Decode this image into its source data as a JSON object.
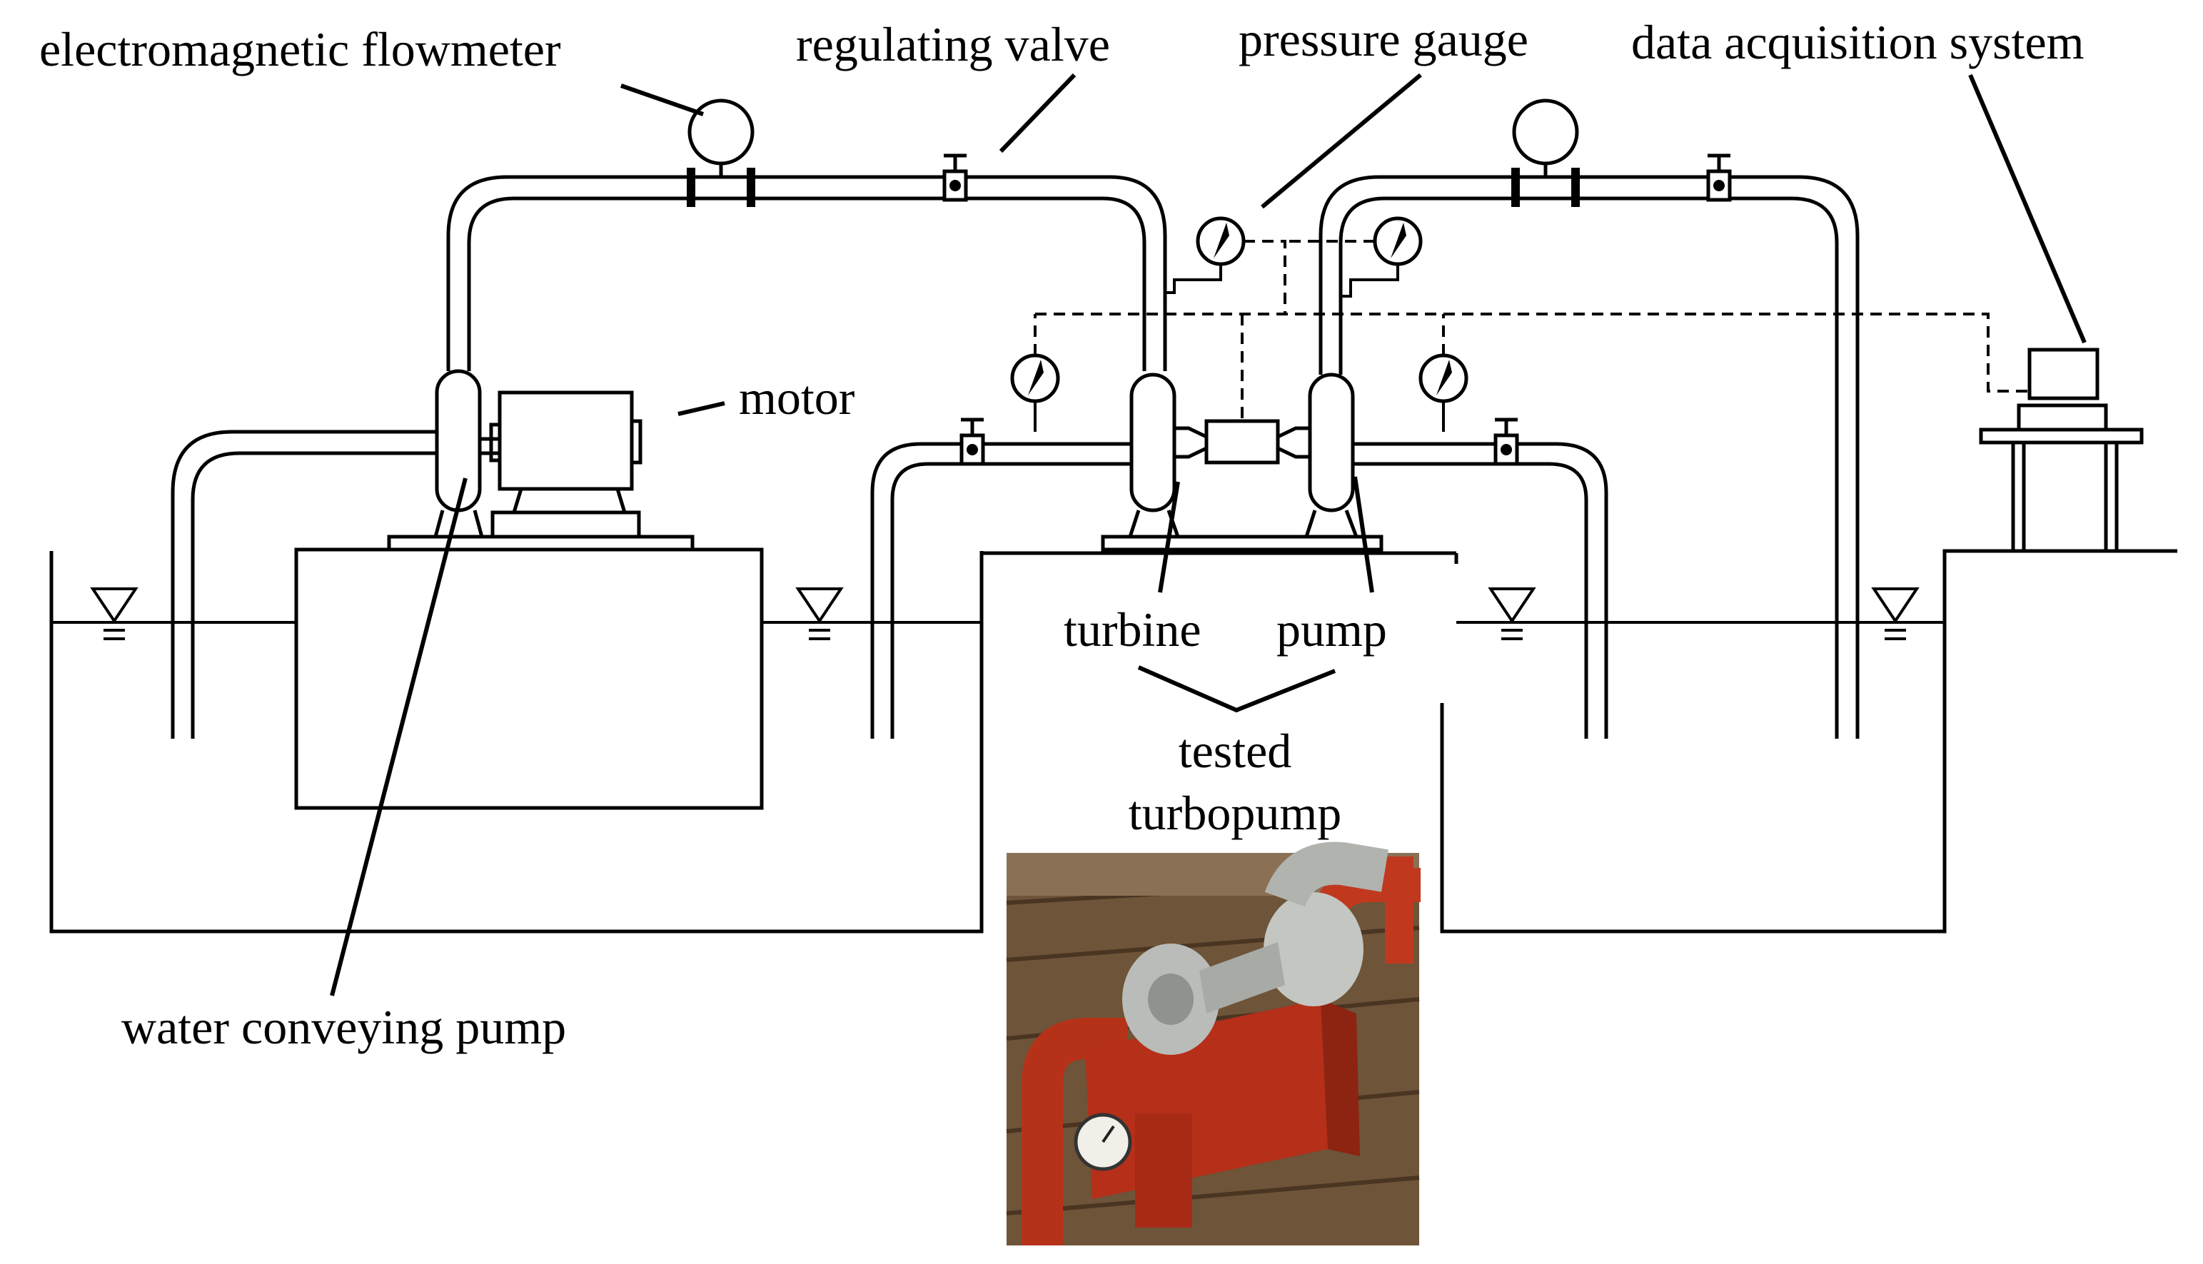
{
  "labels": {
    "electromagnetic_flowmeter": "electromagnetic flowmeter",
    "regulating_valve": "regulating valve",
    "pressure_gauge": "pressure gauge",
    "data_acquisition_system": "data acquisition system",
    "motor": "motor",
    "turbine": "turbine",
    "pump": "pump",
    "tested": "tested",
    "turbopump": "turbopump",
    "water_conveying_pump": "water conveying pump"
  },
  "photo": {
    "pipe_color": "#c0391f",
    "casing_color": "#b9bcb8",
    "base_color": "#b52f19",
    "floor_color": "#7a5a3a"
  }
}
